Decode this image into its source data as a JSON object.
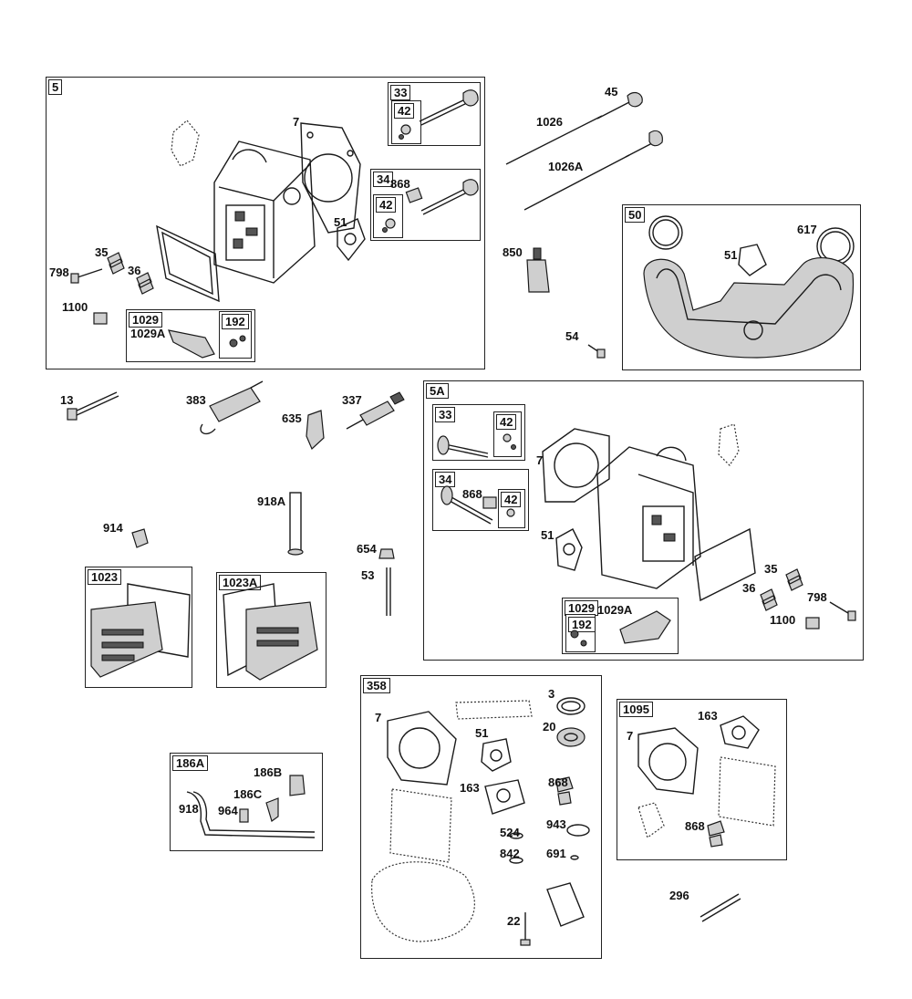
{
  "groups": {
    "g5": "5",
    "g33a": "33",
    "g42a": "42",
    "g34a": "34",
    "g42b": "42",
    "g1029a": "1029",
    "g192a": "192",
    "g50": "50",
    "g5A": "5A",
    "g33b": "33",
    "g42c": "42",
    "g34b": "34",
    "g42d": "42",
    "g1029b": "1029",
    "g192b": "192",
    "g1023": "1023",
    "g1023A": "1023A",
    "g358": "358",
    "g1095": "1095",
    "g186A": "186A"
  },
  "labels": {
    "p7a": "7",
    "p868a": "868",
    "p51a": "51",
    "p35a": "35",
    "p798a": "798",
    "p36a": "36",
    "p1100a": "1100",
    "p1029Aa": "1029A",
    "p45": "45",
    "p1026": "1026",
    "p1026A": "1026A",
    "p850": "850",
    "p54": "54",
    "p51b": "51",
    "p617": "617",
    "p13": "13",
    "p383": "383",
    "p337": "337",
    "p635": "635",
    "p918A": "918A",
    "p914": "914",
    "p654": "654",
    "p53": "53",
    "p868b": "868",
    "p7b": "7",
    "p51c": "51",
    "p35b": "35",
    "p36b": "36",
    "p798b": "798",
    "p1100b": "1100",
    "p1029Ab": "1029A",
    "p7c": "7",
    "p3": "3",
    "p20": "20",
    "p51d": "51",
    "p163a": "163",
    "p868c": "868",
    "p524": "524",
    "p943": "943",
    "p842": "842",
    "p691": "691",
    "p22": "22",
    "p163b": "163",
    "p7d": "7",
    "p868d": "868",
    "p296": "296",
    "p186B": "186B",
    "p186C": "186C",
    "p918": "918",
    "p964": "964"
  }
}
